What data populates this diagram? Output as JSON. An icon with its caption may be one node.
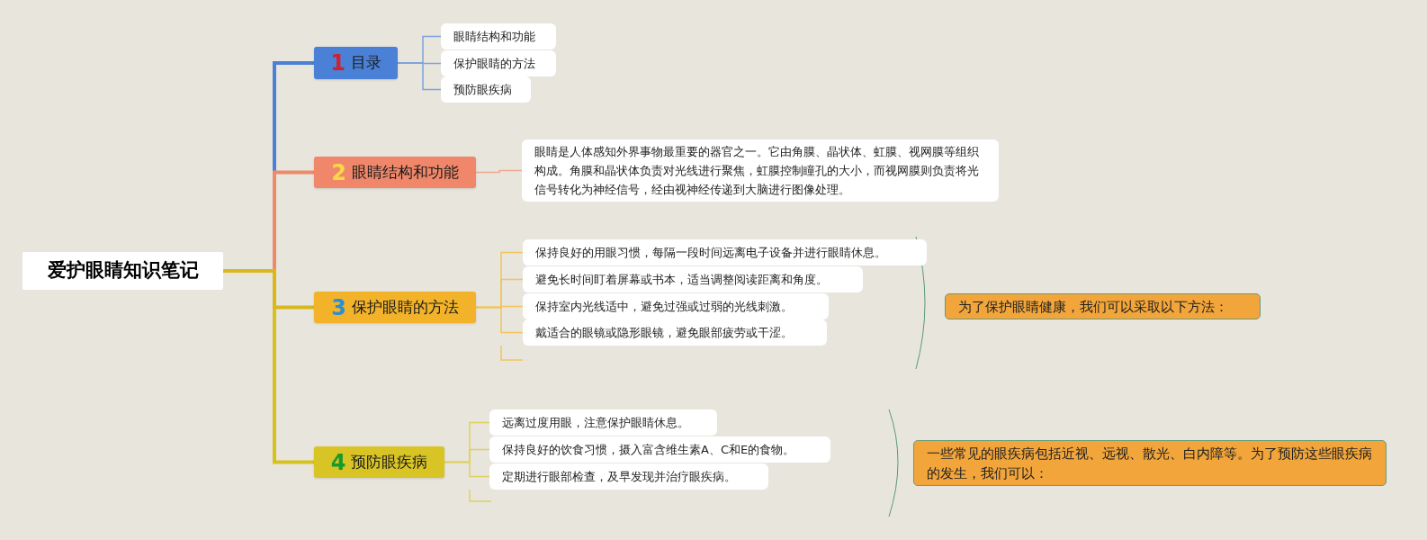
{
  "diagram": {
    "nodes": [
      {
        "text": [
          "爱护眼睛知识笔记"
        ]
      },
      {
        "text": [
          "1",
          "目录"
        ]
      },
      {
        "text": [
          "眼睛结构和功能"
        ]
      },
      {
        "text": [
          "保护眼睛的方法"
        ]
      },
      {
        "text": [
          "预防眼疾病"
        ]
      },
      {
        "text": [
          "2",
          "眼睛结构和功能"
        ]
      },
      {
        "text": [
          "眼睛是人体感知外界事物最重要的器官之一。它由角膜、晶状体、虹膜、视网膜等组织构成。角膜和晶状体负责对光线进行聚焦，虹膜控制瞳孔的大小，而视网膜则负责将光信号转化为神经信号，经由视神经传递到大脑进行图像处理。"
        ]
      },
      {
        "text": [
          "3",
          "保护眼睛的方法"
        ]
      },
      {
        "text": [
          "保持良好的用眼习惯，每隔一段时间远离电子设备并进行眼睛休息。"
        ]
      },
      {
        "text": [
          "避免长时间盯着屏幕或书本，适当调整阅读距离和角度。"
        ]
      },
      {
        "text": [
          "保持室内光线适中，避免过强或过弱的光线刺激。"
        ]
      },
      {
        "text": [
          "戴适合的眼镜或隐形眼镜，避免眼部疲劳或干涩。"
        ]
      },
      {
        "text": [
          "为了保护眼睛健康，我们可以采取以下方法："
        ]
      },
      {
        "text": [
          "4",
          "预防眼疾病"
        ]
      },
      {
        "text": [
          "远离过度用眼，注意保护眼睛休息。"
        ]
      },
      {
        "text": [
          "保持良好的饮食习惯，摄入富含维生素A、C和E的食物。"
        ]
      },
      {
        "text": [
          "定期进行眼部检查，及早发现并治疗眼疾病。"
        ]
      },
      {
        "text": [
          "一些常见的眼疾病包括近视、远视、散光、白内障等。为了预防这些眼疾病的发生，我们可以："
        ]
      }
    ],
    "edges": [
      {
        "from": 0,
        "to": 13,
        "arrow": "none",
        "style": "thick",
        "color": "#d6c21e"
      },
      {
        "from": 0,
        "to": 7,
        "arrow": "none",
        "style": "thick",
        "color": "#d9b81e"
      },
      {
        "from": 0,
        "to": 5,
        "arrow": "none",
        "style": "thick",
        "color": "#ee8a6c"
      },
      {
        "from": 0,
        "to": 1,
        "arrow": "none",
        "style": "thick",
        "color": "#4a80d6"
      },
      {
        "from": 1,
        "to": 2,
        "arrow": "none",
        "color": "#7ea3dc"
      },
      {
        "from": 1,
        "to": 3,
        "arrow": "none",
        "color": "#7ea3dc"
      },
      {
        "from": 1,
        "to": 4,
        "arrow": "none",
        "color": "#7ea3dc"
      },
      {
        "from": 5,
        "to": 6,
        "arrow": "none",
        "color": "#f0a88e"
      },
      {
        "from": 7,
        "to": 8,
        "arrow": "none",
        "color": "#f2c45a"
      },
      {
        "from": 7,
        "to": 9,
        "arrow": "none",
        "color": "#f2c45a"
      },
      {
        "from": 7,
        "to": 10,
        "arrow": "none",
        "color": "#f2c45a"
      },
      {
        "from": 7,
        "to": 11,
        "arrow": "none",
        "color": "#f2c45a"
      },
      {
        "from": 13,
        "to": 14,
        "arrow": "none",
        "color": "#e0d060"
      },
      {
        "from": 13,
        "to": 15,
        "arrow": "none",
        "color": "#e0d060"
      },
      {
        "from": 13,
        "to": 16,
        "arrow": "none",
        "color": "#e0d060"
      }
    ]
  }
}
